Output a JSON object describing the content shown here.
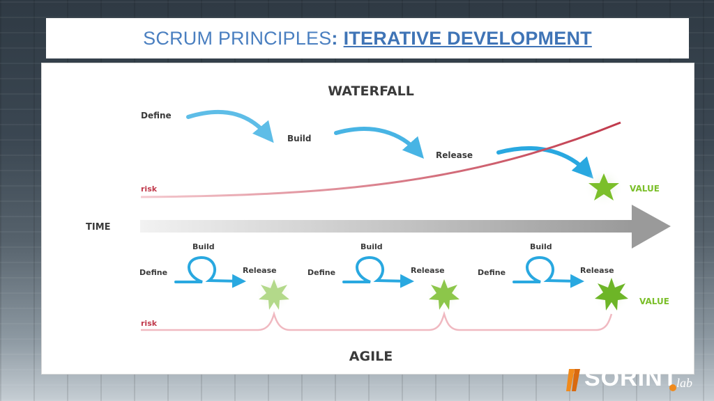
{
  "slide": {
    "title_main": "SCRUM PRINCIPLES",
    "title_sep": ":",
    "title_highlight": "ITERATIVE DEVELOPMENT"
  },
  "diagram": {
    "waterfall_title": "WATERFALL",
    "agile_title": "AGILE",
    "time_label": "TIME",
    "waterfall_steps": [
      "Define",
      "Build",
      "Release"
    ],
    "waterfall_risk": "risk",
    "waterfall_value": "VALUE",
    "agile_cycles": [
      {
        "define": "Define",
        "build": "Build",
        "release": "Release"
      },
      {
        "define": "Define",
        "build": "Build",
        "release": "Release"
      },
      {
        "define": "Define",
        "build": "Build",
        "release": "Release"
      }
    ],
    "agile_risk": "risk",
    "agile_value": "VALUE"
  },
  "logo": {
    "name": "SORINT",
    "suffix": "lab"
  },
  "colors": {
    "title_blue": "#4a7fc0",
    "arrow_blue": "#29a8e0",
    "risk_red": "#c0394b",
    "value_green": "#7bbf2a",
    "time_gray": "#9a9a9a",
    "logo_orange": "#f08a1c"
  }
}
